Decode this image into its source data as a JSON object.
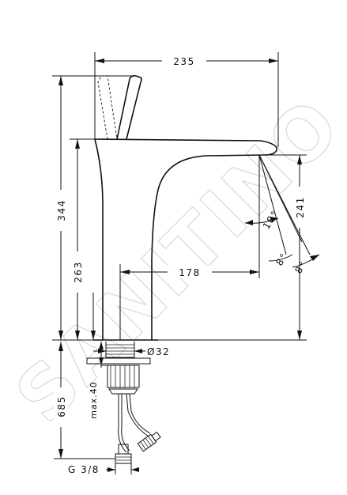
{
  "watermark": "SANITINO",
  "dimensions": {
    "width_total": "235",
    "height_total": "344",
    "height_spout": "263",
    "height_outlet": "241",
    "projection": "178",
    "diameter": "Ø32",
    "hose_length": "685",
    "max_thickness": "max.40",
    "thread": "G 3/8"
  },
  "angles": {
    "a1": "18°",
    "a2": "8°",
    "a3": "8°"
  }
}
